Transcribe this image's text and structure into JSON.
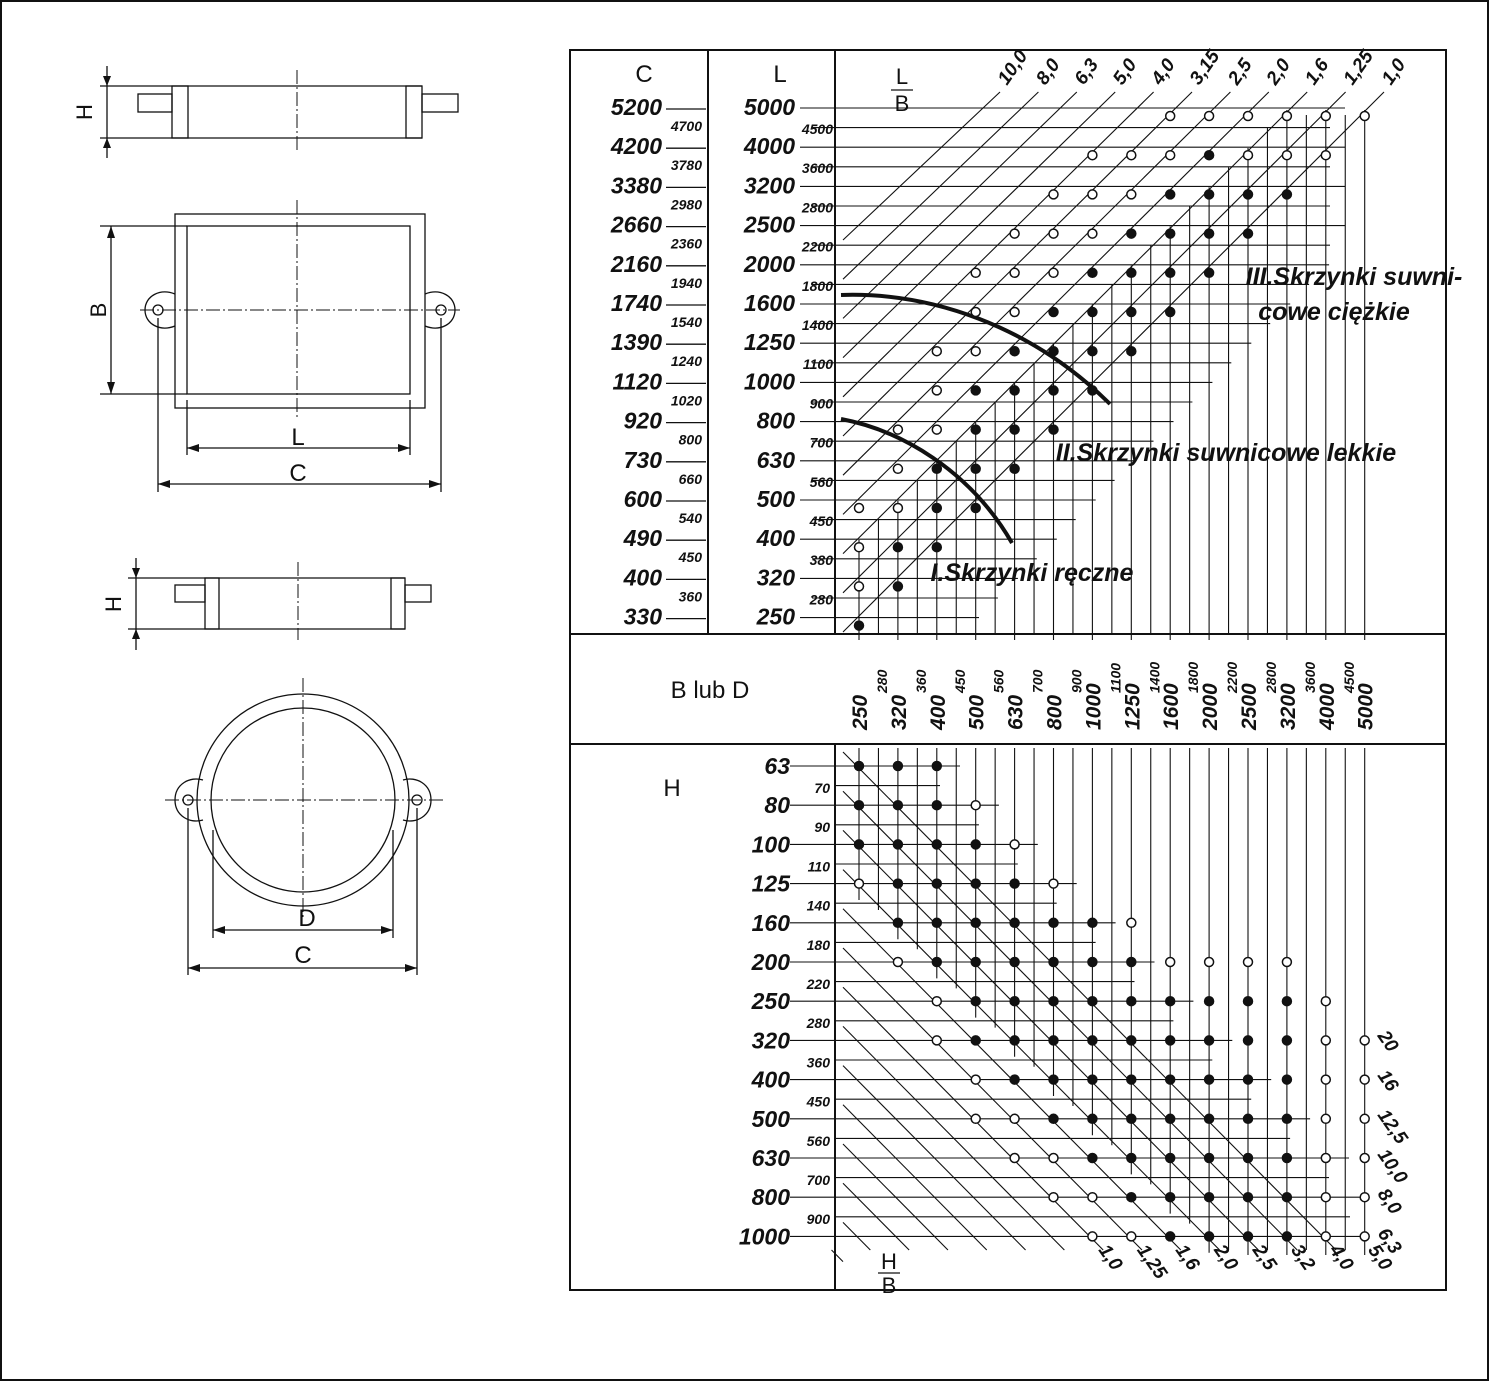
{
  "labels": {
    "H": "H",
    "B": "B",
    "L": "L",
    "C": "C",
    "D": "D",
    "b_lub_d": "B lub D",
    "lb_num": "L",
    "lb_den": "B",
    "hb_num": "H",
    "hb_den": "B"
  },
  "chart_data": {
    "type": "nomogram",
    "c_major": [
      "5200",
      "4200",
      "3380",
      "2660",
      "2160",
      "1740",
      "1390",
      "1120",
      "920",
      "730",
      "600",
      "490",
      "400",
      "330"
    ],
    "c_minor": [
      "4700",
      "3780",
      "2980",
      "2360",
      "1940",
      "1540",
      "1240",
      "1020",
      "800",
      "660",
      "540",
      "450",
      "360"
    ],
    "l_major": [
      "5000",
      "4000",
      "3200",
      "2500",
      "2000",
      "1600",
      "1250",
      "1000",
      "800",
      "630",
      "500",
      "400",
      "320",
      "250"
    ],
    "l_minor": [
      "4500",
      "3600",
      "2800",
      "2200",
      "1800",
      "1400",
      "1100",
      "900",
      "700",
      "560",
      "450",
      "380",
      "280"
    ],
    "lb_ratios": [
      "10,0",
      "8,0",
      "6,3",
      "5,0",
      "4,0",
      "3,15",
      "2,5",
      "2,0",
      "1,6",
      "1,25",
      "1,0"
    ],
    "bd_major": [
      "250",
      "320",
      "400",
      "500",
      "630",
      "800",
      "1000",
      "1250",
      "1600",
      "2000",
      "2500",
      "3200",
      "4000",
      "5000"
    ],
    "bd_minor": [
      "280",
      "360",
      "450",
      "560",
      "700",
      "900",
      "1100",
      "1400",
      "1800",
      "2200",
      "2800",
      "3600",
      "4500"
    ],
    "h_major": [
      "63",
      "80",
      "100",
      "125",
      "160",
      "200",
      "250",
      "320",
      "400",
      "500",
      "630",
      "800",
      "1000"
    ],
    "h_minor": [
      "70",
      "90",
      "110",
      "140",
      "180",
      "220",
      "280",
      "360",
      "450",
      "560",
      "700",
      "900"
    ],
    "hb_ratios": [
      "1,0",
      "1,25",
      "1,6",
      "2,0",
      "2,5",
      "3,2",
      "4,0",
      "5,0"
    ],
    "hb_right": [
      "20",
      "16",
      "12,5",
      "10,0",
      "8,0",
      "6,3"
    ],
    "regions": [
      "I.Skrzynki ręczne",
      "II.Skrzynki suwnicowe lekkie",
      "III.Skrzynki suwni-",
      "cowe ciężkie"
    ]
  }
}
